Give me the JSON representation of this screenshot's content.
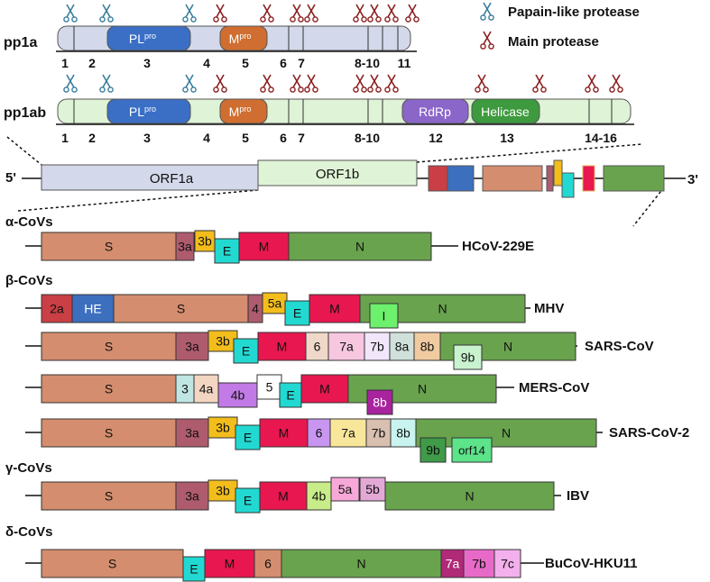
{
  "legend": {
    "papain": "Papain-like protease",
    "main": "Main protease"
  },
  "colors": {
    "papain_scissor": "#3a7d9c",
    "main_scissor": "#8b1f1f",
    "pp1a_bg": "#d3d8ea",
    "pp1ab_bg": "#dff3d6",
    "plpro": "#3b6fc5",
    "mpro": "#cf6e30",
    "rdrp": "#8b66c9",
    "helicase": "#3e9a3e",
    "S": "#d48d6e",
    "N": "#69a34e",
    "E": "#22d9d2",
    "M": "#e8174f",
    "3a": "#ae5b6e",
    "3b": "#f3bd1c",
    "2a": "#c93f45",
    "HE": "#3d6fbf",
    "I": "#6df06b"
  },
  "pp1a": {
    "label": "pp1a",
    "plpro_label": "PL",
    "plpro_sup": "pro",
    "mpro_label": "M",
    "mpro_sup": "pro",
    "numbers": [
      "1",
      "2",
      "3",
      "4",
      "5",
      "6",
      "7",
      "8-10",
      "11"
    ]
  },
  "pp1ab": {
    "label": "pp1ab",
    "plpro_label": "PL",
    "plpro_sup": "pro",
    "mpro_label": "M",
    "mpro_sup": "pro",
    "rdrp_label": "RdRp",
    "helicase_label": "Helicase",
    "numbers": [
      "1",
      "2",
      "3",
      "4",
      "5",
      "6",
      "7",
      "8-10",
      "12",
      "13",
      "14-16"
    ]
  },
  "genome": {
    "five_prime": "5'",
    "three_prime": "3'",
    "orf1a": "ORF1a",
    "orf1b": "ORF1b"
  },
  "groups": {
    "alpha": "α-CoVs",
    "beta": "β-CoVs",
    "gamma": "γ-CoVs",
    "delta": "δ-CoVs"
  },
  "viruses": {
    "hcov229e": {
      "name": "HCoV-229E",
      "genes": [
        {
          "key": "S",
          "label": "S",
          "color": "#d48d6e"
        },
        {
          "key": "3a",
          "label": "3a",
          "color": "#ae5b6e"
        },
        {
          "key": "3b",
          "label": "3b",
          "color": "#f3bd1c"
        },
        {
          "key": "E",
          "label": "E",
          "color": "#22d9d2"
        },
        {
          "key": "M",
          "label": "M",
          "color": "#e8174f"
        },
        {
          "key": "N",
          "label": "N",
          "color": "#69a34e"
        }
      ]
    },
    "mhv": {
      "name": "MHV",
      "genes": [
        {
          "key": "2a",
          "label": "2a",
          "color": "#c93f45"
        },
        {
          "key": "HE",
          "label": "HE",
          "color": "#3d6fbf"
        },
        {
          "key": "S",
          "label": "S",
          "color": "#d48d6e"
        },
        {
          "key": "4",
          "label": "4",
          "color": "#ae5b6e"
        },
        {
          "key": "5a",
          "label": "5a",
          "color": "#f3bd1c"
        },
        {
          "key": "E",
          "label": "E",
          "color": "#22d9d2"
        },
        {
          "key": "M",
          "label": "M",
          "color": "#e8174f"
        },
        {
          "key": "N",
          "label": "N",
          "color": "#69a34e"
        },
        {
          "key": "I",
          "label": "I",
          "color": "#6df06b"
        }
      ]
    },
    "sarscov": {
      "name": "SARS-CoV",
      "genes": [
        {
          "key": "S",
          "label": "S",
          "color": "#d48d6e"
        },
        {
          "key": "3a",
          "label": "3a",
          "color": "#ae5b6e"
        },
        {
          "key": "3b",
          "label": "3b",
          "color": "#f3bd1c"
        },
        {
          "key": "E",
          "label": "E",
          "color": "#22d9d2"
        },
        {
          "key": "M",
          "label": "M",
          "color": "#e8174f"
        },
        {
          "key": "6",
          "label": "6",
          "color": "#efd8c8"
        },
        {
          "key": "7a",
          "label": "7a",
          "color": "#f7c6df"
        },
        {
          "key": "7b",
          "label": "7b",
          "color": "#f1e6fa"
        },
        {
          "key": "8a",
          "label": "8a",
          "color": "#cfe1da"
        },
        {
          "key": "8b",
          "label": "8b",
          "color": "#f0cba0"
        },
        {
          "key": "N",
          "label": "N",
          "color": "#69a34e"
        },
        {
          "key": "9b",
          "label": "9b",
          "color": "#c9f2cf"
        }
      ]
    },
    "merscov": {
      "name": "MERS-CoV",
      "genes": [
        {
          "key": "S",
          "label": "S",
          "color": "#d48d6e"
        },
        {
          "key": "3",
          "label": "3",
          "color": "#bfe6e3"
        },
        {
          "key": "4a",
          "label": "4a",
          "color": "#f2d6c2"
        },
        {
          "key": "4b",
          "label": "4b",
          "color": "#c17ae6"
        },
        {
          "key": "5",
          "label": "5",
          "color": "#ffffff"
        },
        {
          "key": "E",
          "label": "E",
          "color": "#22d9d2"
        },
        {
          "key": "M",
          "label": "M",
          "color": "#e8174f"
        },
        {
          "key": "N",
          "label": "N",
          "color": "#69a34e"
        },
        {
          "key": "8b",
          "label": "8b",
          "color": "#a8239e"
        }
      ]
    },
    "sarscov2": {
      "name": "SARS-CoV-2",
      "genes": [
        {
          "key": "S",
          "label": "S",
          "color": "#d48d6e"
        },
        {
          "key": "3a",
          "label": "3a",
          "color": "#ae5b6e"
        },
        {
          "key": "3b",
          "label": "3b",
          "color": "#f3bd1c"
        },
        {
          "key": "E",
          "label": "E",
          "color": "#22d9d2"
        },
        {
          "key": "M",
          "label": "M",
          "color": "#e8174f"
        },
        {
          "key": "6",
          "label": "6",
          "color": "#c896f0"
        },
        {
          "key": "7a",
          "label": "7a",
          "color": "#f8e69a"
        },
        {
          "key": "7b",
          "label": "7b",
          "color": "#d8bfb0"
        },
        {
          "key": "8b",
          "label": "8b",
          "color": "#c9f3ee"
        },
        {
          "key": "N",
          "label": "N",
          "color": "#69a34e"
        },
        {
          "key": "9b",
          "label": "9b",
          "color": "#3f9b47"
        },
        {
          "key": "orf14",
          "label": "orf14",
          "color": "#5de38a"
        }
      ]
    },
    "ibv": {
      "name": "IBV",
      "genes": [
        {
          "key": "S",
          "label": "S",
          "color": "#d48d6e"
        },
        {
          "key": "3a",
          "label": "3a",
          "color": "#ae5b6e"
        },
        {
          "key": "3b",
          "label": "3b",
          "color": "#f3bd1c"
        },
        {
          "key": "E",
          "label": "E",
          "color": "#22d9d2"
        },
        {
          "key": "M",
          "label": "M",
          "color": "#e8174f"
        },
        {
          "key": "4b",
          "label": "4b",
          "color": "#c8ec8a"
        },
        {
          "key": "5a",
          "label": "5a",
          "color": "#f7a8d8"
        },
        {
          "key": "5b",
          "label": "5b",
          "color": "#e2a9d6"
        },
        {
          "key": "N",
          "label": "N",
          "color": "#69a34e"
        }
      ]
    },
    "bucovhku11": {
      "name": "BuCoV-HKU11",
      "genes": [
        {
          "key": "S",
          "label": "S",
          "color": "#d48d6e"
        },
        {
          "key": "E",
          "label": "E",
          "color": "#22d9d2"
        },
        {
          "key": "M",
          "label": "M",
          "color": "#e8174f"
        },
        {
          "key": "6",
          "label": "6",
          "color": "#d48d6e"
        },
        {
          "key": "N",
          "label": "N",
          "color": "#69a34e"
        },
        {
          "key": "7a",
          "label": "7a",
          "color": "#b02a78"
        },
        {
          "key": "7b",
          "label": "7b",
          "color": "#e86ac8"
        },
        {
          "key": "7c",
          "label": "7c",
          "color": "#f3b0ec"
        }
      ]
    }
  }
}
